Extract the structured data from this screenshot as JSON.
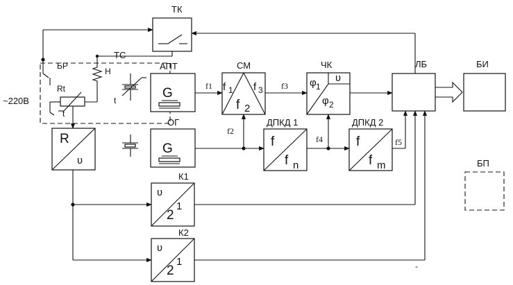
{
  "blocks": {
    "tk": "ТК",
    "ts": "ТС",
    "br": "БР",
    "n": "Н",
    "rt": "Rt",
    "t": "t",
    "supply": "~220В",
    "apt": "АПТ",
    "og": "ОГ",
    "g": "G",
    "sm": "СМ",
    "chk": "ЧК",
    "dpkd1": "ДПКД 1",
    "dpkd2": "ДПКД 2",
    "lb": "ЛБ",
    "bi": "БИ",
    "bp": "БП",
    "r": "R",
    "k1": "К1",
    "k2": "К2"
  },
  "signals": {
    "f1": "f1",
    "f2": "f2",
    "f3": "f3",
    "f4": "f4",
    "f5": "f5"
  },
  "glyphs": {
    "f": "f",
    "n": "n",
    "m": "m",
    "one": "1",
    "two": "2",
    "three": "3",
    "phi": "φ",
    "upsilon": "ʋ",
    "dash": "-"
  }
}
